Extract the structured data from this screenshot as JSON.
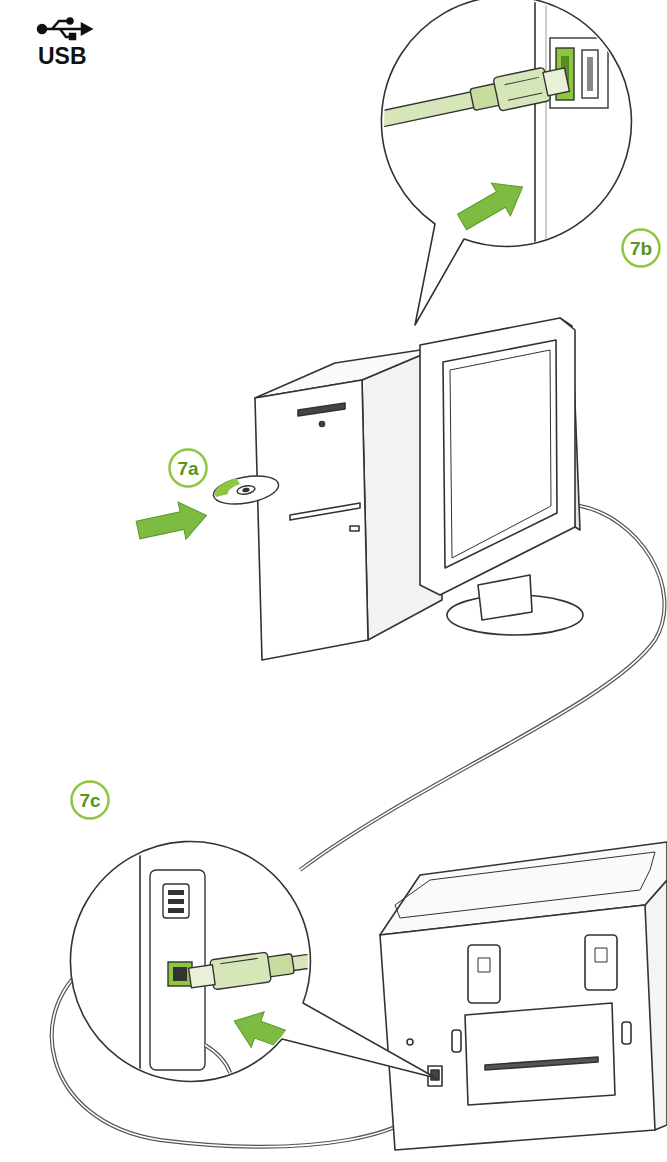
{
  "diagram": {
    "nodes": [
      {
        "text": [
          "7b"
        ]
      },
      {
        "text": [
          "7a"
        ]
      },
      {
        "text": [
          "7c"
        ]
      }
    ],
    "labels": [
      "USB"
    ]
  }
}
